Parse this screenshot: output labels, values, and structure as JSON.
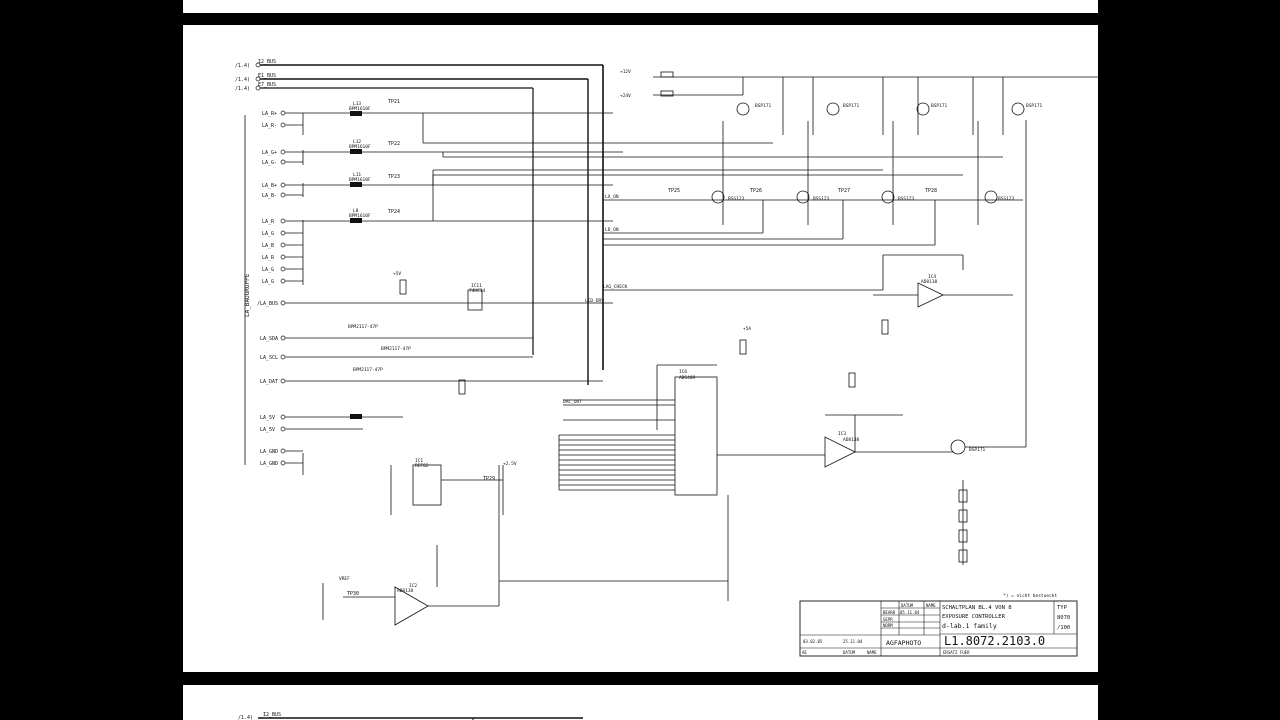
{
  "document": {
    "kind": "schematic",
    "side_label": "LA_BAUGRUPPE",
    "footnote": "*) = nicht bestueckt"
  },
  "ports_left": [
    {
      "ref": "/1.4)",
      "name": "I2_BUS"
    },
    {
      "ref": "/1.4)",
      "name": "E1_BUS"
    },
    {
      "ref": "/1.4)",
      "name": "E7_BUS"
    }
  ],
  "connector_pins": [
    "LA_R+",
    "LA_R-",
    "LA_G+",
    "LA_G-",
    "LA_B+",
    "LA_B-",
    "LA_R",
    "LA_G",
    "LA_B",
    "LA_R",
    "LA_G",
    "LA_G",
    "/LA_BUS",
    "LA_SDA",
    "LA_SCL",
    "LA_DAT",
    "LA_5V",
    "LA_5V",
    "LA_GND",
    "LA_GND"
  ],
  "components": {
    "ferrites": [
      "L13",
      "L12",
      "L11",
      "L8"
    ],
    "ferrite_type": "BPM1610F",
    "filters": [
      "BPM2117-47P",
      "BPM2117-47P",
      "BPM2117-47P"
    ],
    "ic_mux": {
      "ref": "IC6",
      "part": "ADG409"
    },
    "ic_ref": {
      "ref": "IC1",
      "part": "REF02"
    },
    "ic_op1": {
      "ref": "IC2",
      "part": "AD8138"
    },
    "ic_op2": {
      "ref": "IC3",
      "part": "AD8138"
    },
    "ic_op3": {
      "ref": "IC4",
      "part": "AD8138"
    },
    "ic_small": {
      "ref": "IC11",
      "part": "74HC14"
    },
    "mosfets_top": [
      "BSP171",
      "BSP171",
      "BSP171",
      "BSP171"
    ],
    "mosfets_mid": [
      "BSS123",
      "BSS123",
      "BSS123",
      "BSS123"
    ],
    "transistor_out": "BSP171",
    "testpoints": [
      "TP21",
      "TP22",
      "TP23",
      "TP24",
      "TP25",
      "TP26",
      "TP27",
      "TP28",
      "TP29",
      "TP30"
    ],
    "nets": [
      "LA_ON",
      "LED_DRV",
      "DAC_OUT",
      "LD_ON",
      "LAG_CHECK",
      "+2.5V",
      "VREF",
      "+5V",
      "+5A",
      "+12V",
      "+24V"
    ]
  },
  "title_block": {
    "title_line1": "SCHALTPLAN   BL.4 VON 8",
    "title_line2": "EXPOSURE CONTROLLER",
    "title_line3": "d-lab.1 family",
    "typ_label": "TYP",
    "typ_value": "8070",
    "typ_sub": "/100",
    "company": "AGFAPHOTO",
    "doc_number": "L1.8072.2103.0",
    "datum_label": "DATUM",
    "name_label": "NAME",
    "bearb_label": "BEARB",
    "gepr_label": "GEPR",
    "norm_label": "NORM",
    "date1": "05.11.04",
    "date2": "03.02.05",
    "date3": "25.11.04",
    "aend_label": "AE",
    "datum2_label": "DATUM",
    "name2_label": "NAME",
    "ersatz_label": "ERSATZ FUER"
  },
  "colors": {
    "background": "#000000",
    "paper": "#ffffff",
    "ink": "#111111"
  }
}
